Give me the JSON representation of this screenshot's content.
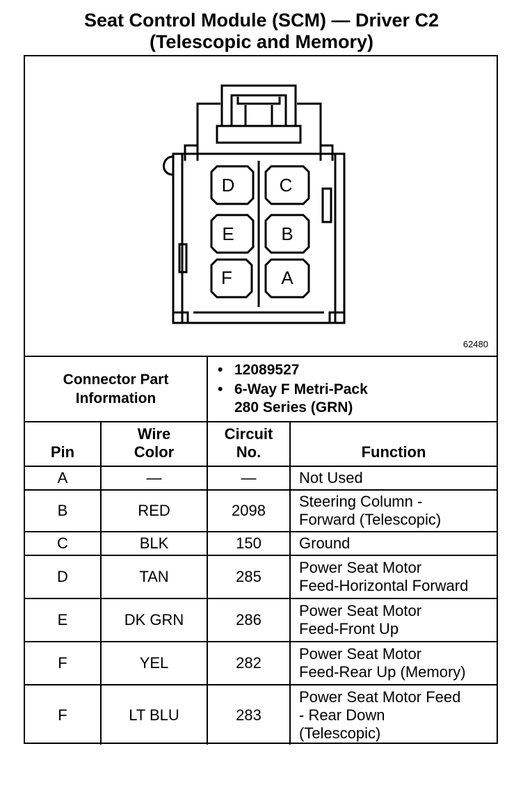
{
  "title": {
    "line1": "Seat Control Module (SCM) — Driver C2",
    "line2": "(Telescopic and Memory)"
  },
  "figure_number": "62480",
  "connector_pins": {
    "D": "D",
    "C": "C",
    "E": "E",
    "B": "B",
    "F": "F",
    "A": "A"
  },
  "connector_info": {
    "label_line1": "Connector Part",
    "label_line2": "Information",
    "items": [
      {
        "bullet": "•",
        "line1": "12089527",
        "line2": ""
      },
      {
        "bullet": "•",
        "line1": "6-Way F Metri-Pack",
        "line2": "280 Series (GRN)"
      }
    ]
  },
  "columns": {
    "pin": "Pin",
    "wire_line1": "Wire",
    "wire_line2": "Color",
    "circuit_line1": "Circuit",
    "circuit_line2": "No.",
    "function": "Function"
  },
  "rows": [
    {
      "pin": "A",
      "wire": "—",
      "circuit": "—",
      "f1": "Not Used",
      "f2": "",
      "f3": ""
    },
    {
      "pin": "B",
      "wire": "RED",
      "circuit": "2098",
      "f1": "Steering Column -",
      "f2": "Forward (Telescopic)",
      "f3": ""
    },
    {
      "pin": "C",
      "wire": "BLK",
      "circuit": "150",
      "f1": "Ground",
      "f2": "",
      "f3": ""
    },
    {
      "pin": "D",
      "wire": "TAN",
      "circuit": "285",
      "f1": "Power Seat Motor",
      "f2": "Feed-Horizontal Forward",
      "f3": ""
    },
    {
      "pin": "E",
      "wire": "DK GRN",
      "circuit": "286",
      "f1": "Power Seat Motor",
      "f2": "Feed-Front Up",
      "f3": ""
    },
    {
      "pin": "F",
      "wire": "YEL",
      "circuit": "282",
      "f1": "Power Seat Motor",
      "f2": "Feed-Rear Up (Memory)",
      "f3": ""
    },
    {
      "pin": "F",
      "wire": "LT BLU",
      "circuit": "283",
      "f1": "Power Seat Motor Feed",
      "f2": "- Rear Down",
      "f3": "(Telescopic)"
    }
  ]
}
